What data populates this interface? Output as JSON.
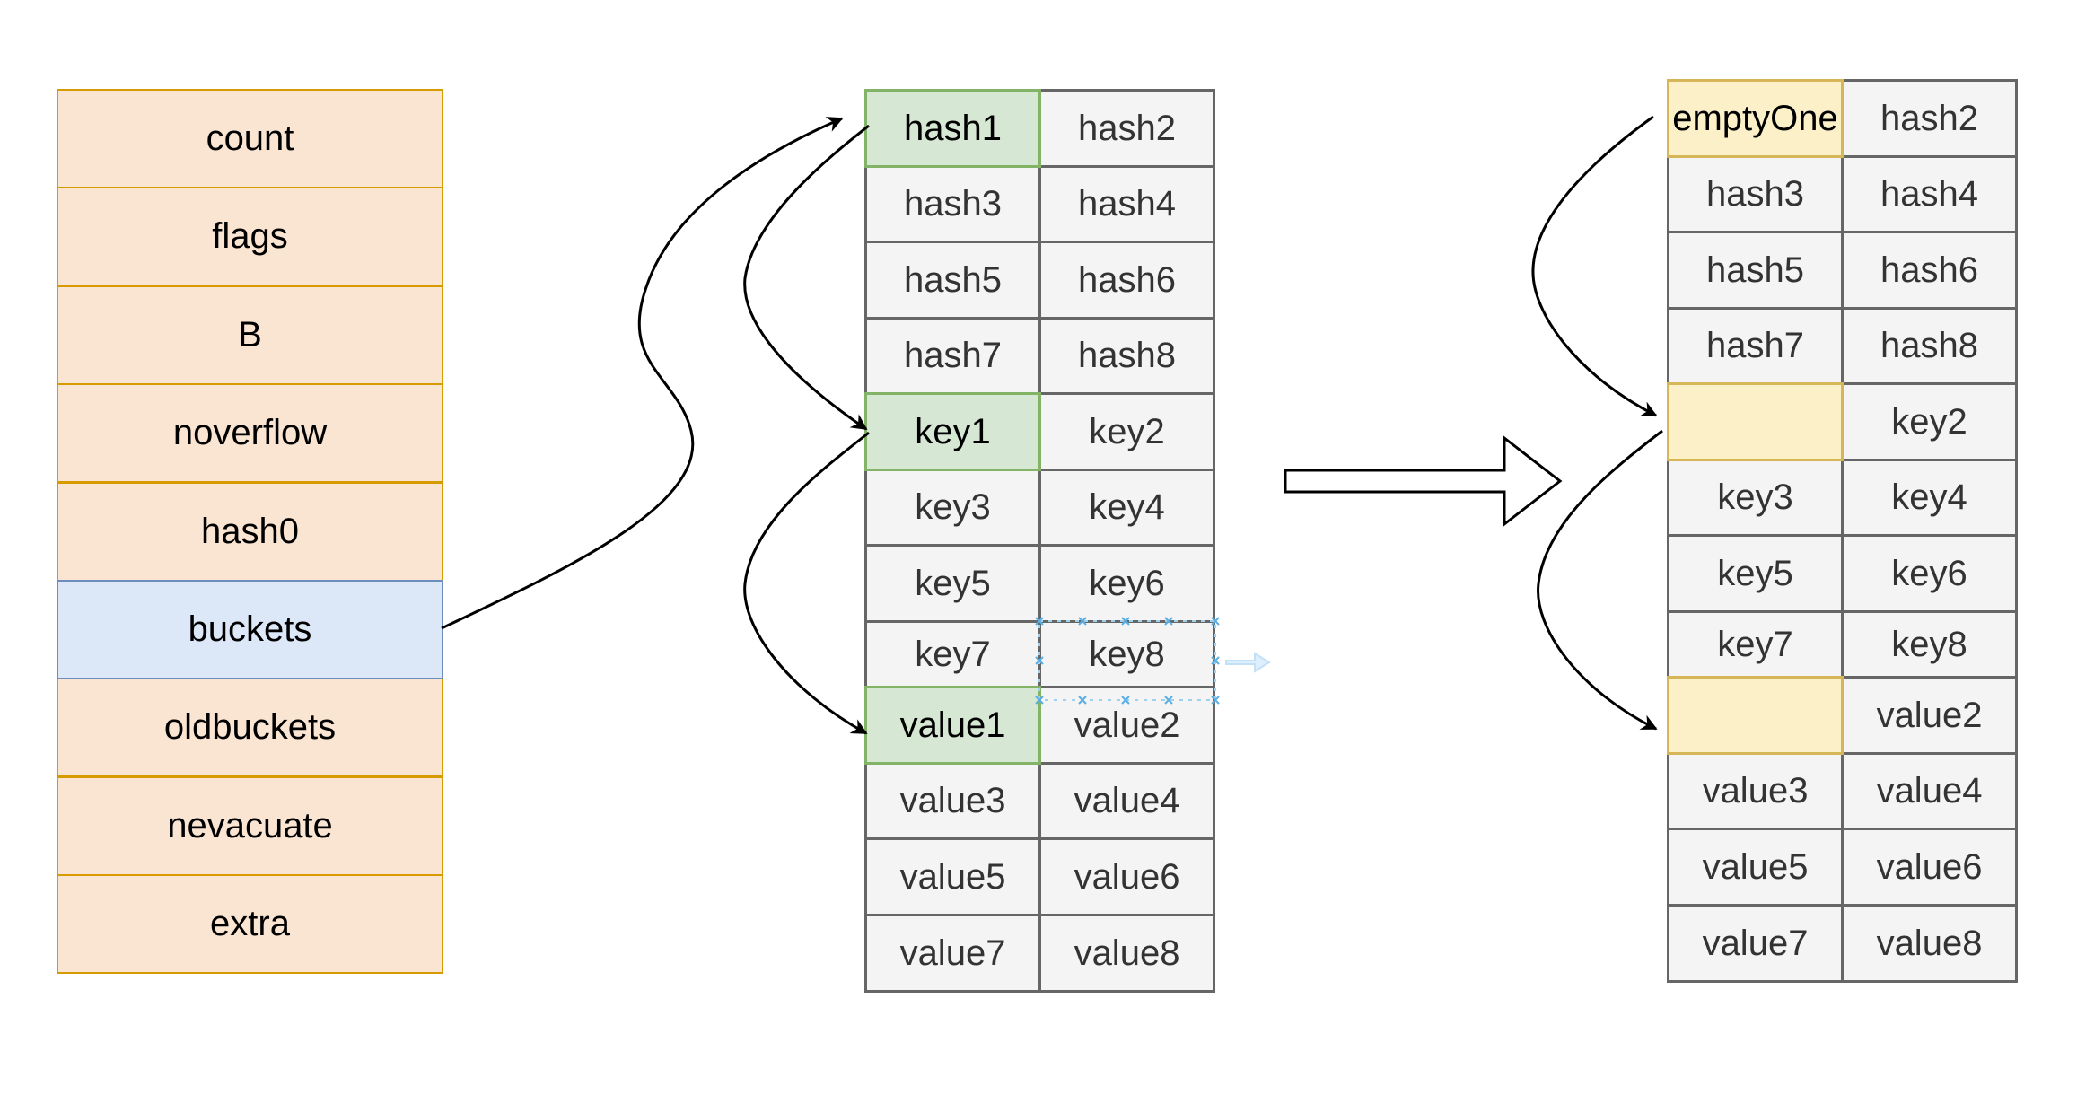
{
  "hmap": {
    "fields": [
      "count",
      "flags",
      "B",
      "noverflow",
      "hash0",
      "buckets",
      "oldbuckets",
      "nevacuate",
      "extra"
    ],
    "highlight_index": 5
  },
  "bucket_before": {
    "rows": [
      [
        "hash1",
        "hash2"
      ],
      [
        "hash3",
        "hash4"
      ],
      [
        "hash5",
        "hash6"
      ],
      [
        "hash7",
        "hash8"
      ],
      [
        "key1",
        "key2"
      ],
      [
        "key3",
        "key4"
      ],
      [
        "key5",
        "key6"
      ],
      [
        "key7",
        "key8"
      ],
      [
        "value1",
        "value2"
      ],
      [
        "value3",
        "value4"
      ],
      [
        "value5",
        "value6"
      ],
      [
        "value7",
        "value8"
      ]
    ]
  },
  "bucket_after": {
    "rows": [
      [
        "emptyOne",
        "hash2"
      ],
      [
        "hash3",
        "hash4"
      ],
      [
        "hash5",
        "hash6"
      ],
      [
        "hash7",
        "hash8"
      ],
      [
        "",
        "key2"
      ],
      [
        "key3",
        "key4"
      ],
      [
        "key5",
        "key6"
      ],
      [
        "key7",
        "key8"
      ],
      [
        "",
        "value2"
      ],
      [
        "value3",
        "value4"
      ],
      [
        "value5",
        "value6"
      ],
      [
        "value7",
        "value8"
      ]
    ]
  },
  "colors": {
    "hmap_fill": "#FAE5D2",
    "hmap_border": "#D79B00",
    "buckets_fill": "#DCE8F8",
    "buckets_border": "#6C8EBF",
    "cell_fill": "#F4F4F4",
    "cell_border": "#666666",
    "green_fill": "#D6E7D3",
    "green_border": "#82B366",
    "yellow_fill": "#FCF0C9",
    "yellow_border": "#D6B656"
  }
}
